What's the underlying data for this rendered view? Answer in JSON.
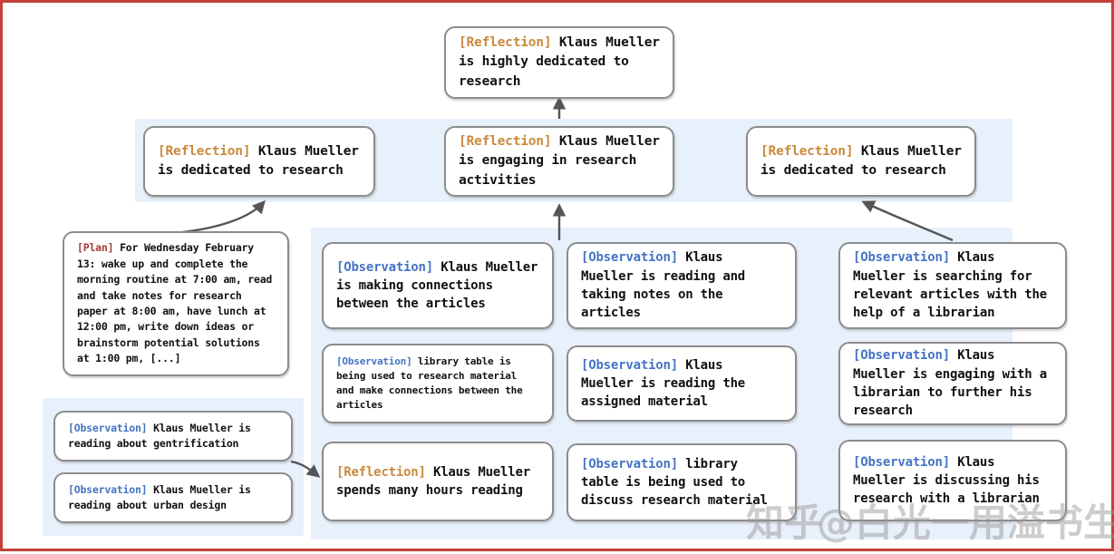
{
  "diagram": {
    "title_tags": {
      "reflection": "[Reflection]",
      "observation": "[Observation]",
      "plan": "[Plan]"
    },
    "colors": {
      "reflection_tag": "#c98a3c",
      "observation_tag": "#4573c4",
      "plan_tag": "#a23b36",
      "node_border": "#8c8c8c",
      "panel_background": "#e8f0fb",
      "frame_border": "#c2413a",
      "edge": "#555555"
    },
    "top": {
      "tag": "[Reflection]",
      "text": " Klaus Mueller is highly dedicated to research"
    },
    "reflections": [
      {
        "tag": "[Reflection]",
        "text": " Klaus Mueller is dedicated to research"
      },
      {
        "tag": "[Reflection]",
        "text": " Klaus Mueller is engaging in research activities"
      },
      {
        "tag": "[Reflection]",
        "text": " Klaus Mueller is dedicated to research"
      }
    ],
    "plan": {
      "tag": "[Plan]",
      "text": " For Wednesday February 13: wake up and complete the morning routine at 7:00 am, read and take notes for research paper at 8:00 am, have lunch at 12:00 pm, write down ideas or brainstorm potential solutions at 1:00 pm, [...]"
    },
    "left_observations": [
      {
        "tag": "[Observation]",
        "text": " Klaus Mueller is reading about gentrification"
      },
      {
        "tag": "[Observation]",
        "text": " Klaus Mueller is reading about urban design"
      }
    ],
    "column_a": [
      {
        "tag": "[Observation]",
        "text": " Klaus Mueller is making connections between the articles",
        "size": "large"
      },
      {
        "tag": "[Observation]",
        "text": " library table is being used to research material and make connections between the articles",
        "size": "small"
      },
      {
        "tag": "[Reflection]",
        "text": " Klaus Mueller spends many hours reading",
        "size": "large"
      }
    ],
    "column_b": [
      {
        "tag": "[Observation]",
        "text": " Klaus Mueller is reading and taking notes on the articles",
        "size": "large"
      },
      {
        "tag": "[Observation]",
        "text": " Klaus Mueller is reading the assigned material",
        "size": "large"
      },
      {
        "tag": "[Observation]",
        "text": " library table is being used to discuss research material",
        "size": "large"
      }
    ],
    "column_c": [
      {
        "tag": "[Observation]",
        "text": " Klaus Mueller is searching for relevant articles with the help of a librarian",
        "size": "large"
      },
      {
        "tag": "[Observation]",
        "text": " Klaus Mueller is engaging with a librarian to further his research",
        "size": "large"
      },
      {
        "tag": "[Observation]",
        "text": " Klaus Mueller is discussing his research with a librarian",
        "size": "large"
      }
    ],
    "watermark": {
      "logo": "知乎",
      "handle": "@白光一用溢书生"
    }
  }
}
